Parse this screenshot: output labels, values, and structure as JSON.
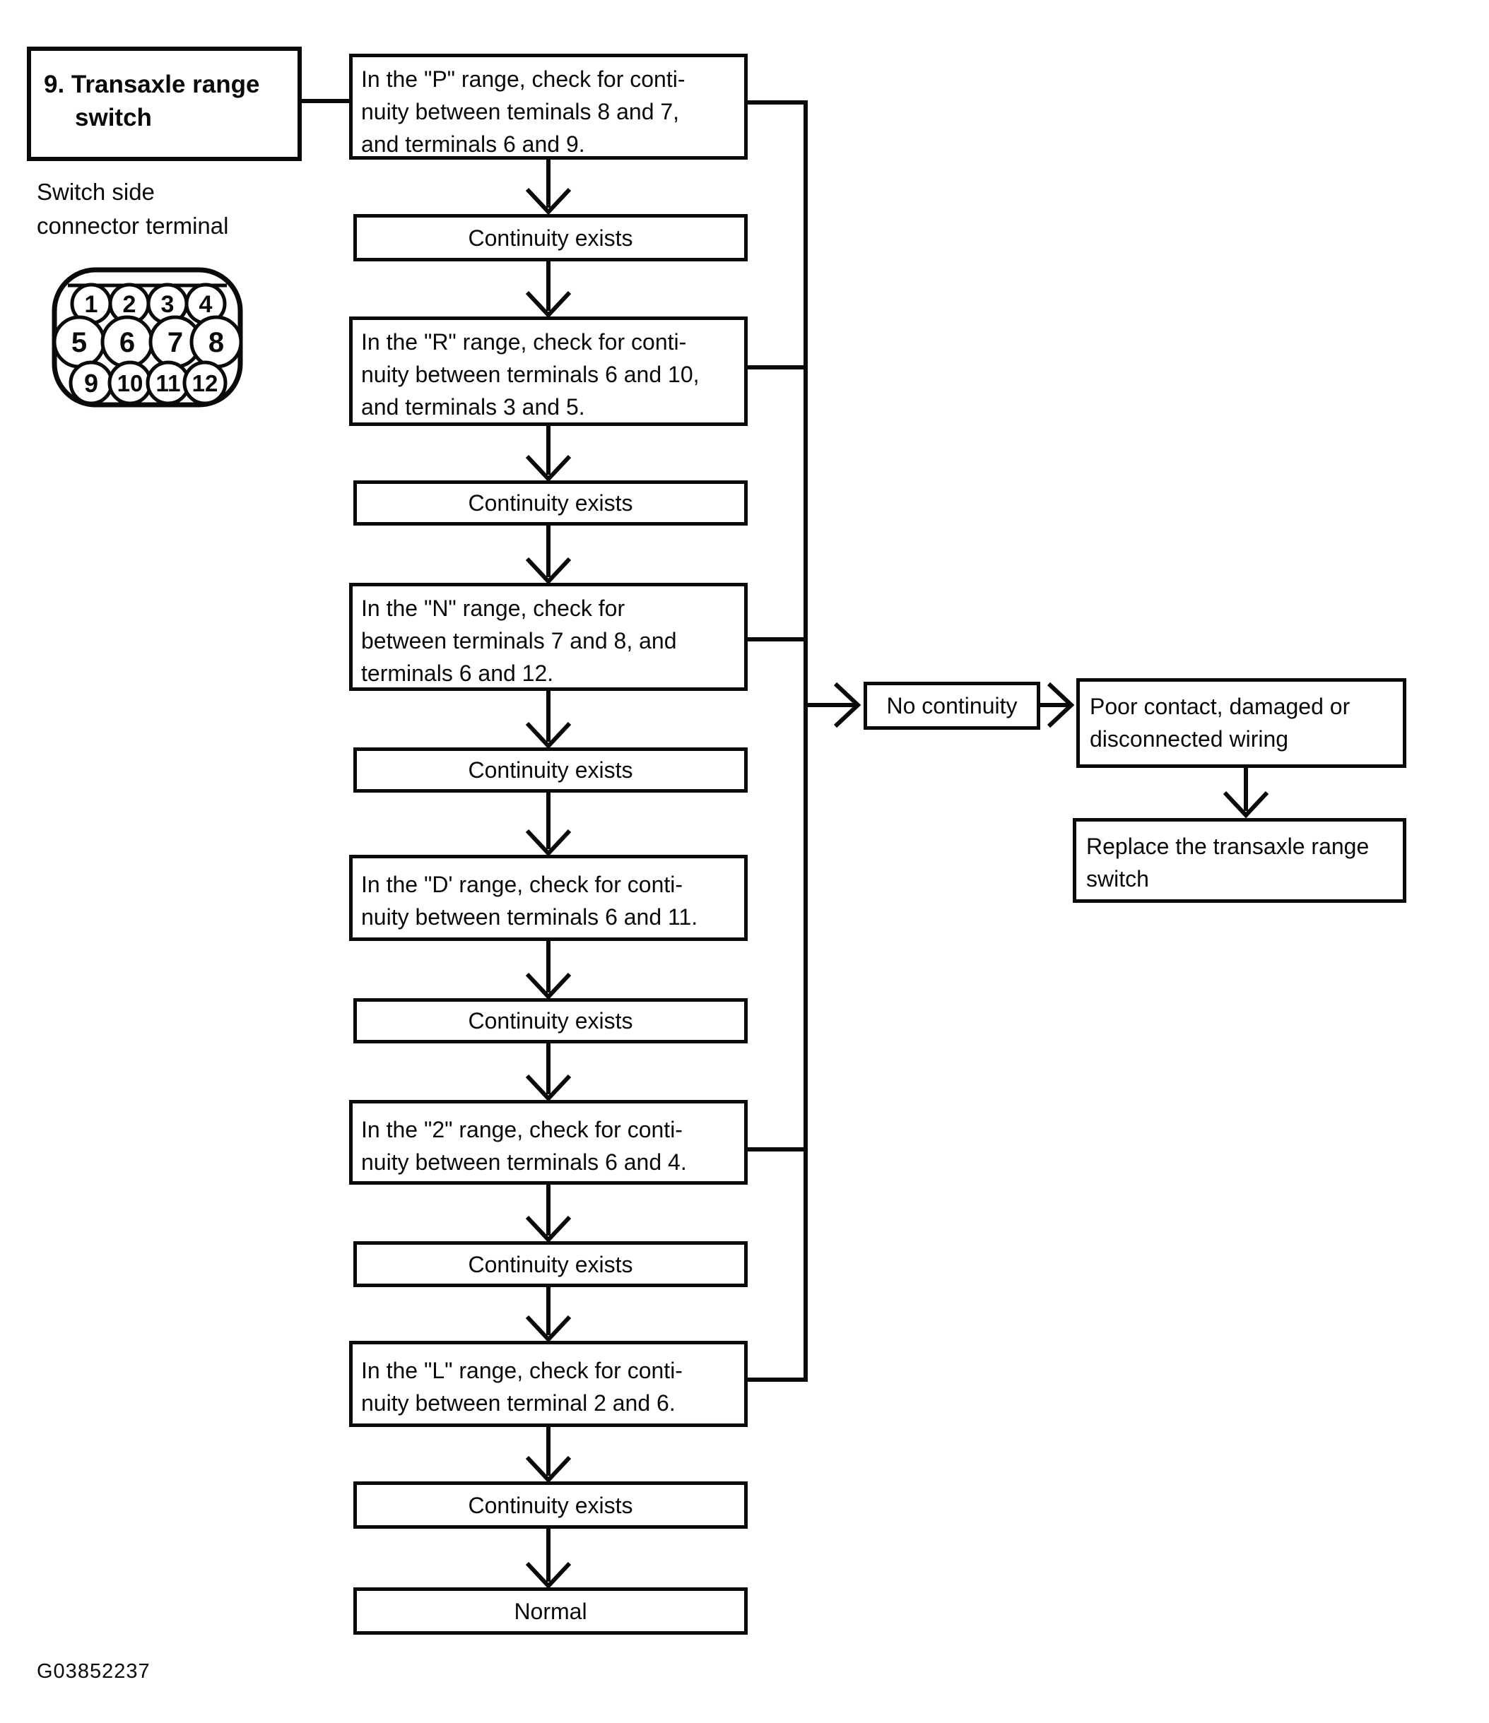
{
  "figure_id": "G03852237",
  "title": "9. Transaxle range switch",
  "connector_caption": "Switch side connector terminal",
  "connector_terminals": [
    "1",
    "2",
    "3",
    "4",
    "5",
    "6",
    "7",
    "8",
    "9",
    "10",
    "11",
    "12"
  ],
  "results": {
    "continuity": "Continuity exists",
    "no_continuity": "No continuity",
    "normal": "Normal"
  },
  "steps": {
    "p": {
      "lines": [
        "In the \"P\" range, check for conti-",
        "nuity between teminals 8 and 7,",
        "and terminals 6 and 9."
      ]
    },
    "r": {
      "lines": [
        "In the \"R\" range, check for conti-",
        "nuity between terminals 6 and 10,",
        "and terminals 3 and 5."
      ]
    },
    "n": {
      "lines": [
        "In the \"N\" range, check for",
        "between terminals 7 and 8, and",
        "terminals 6 and 12."
      ]
    },
    "d": {
      "lines": [
        "In the \"D' range, check for conti-",
        "nuity between terminals 6 and 11."
      ]
    },
    "two": {
      "lines": [
        "In the \"2\" range, check for conti-",
        "nuity between terminals 6 and 4."
      ]
    },
    "l": {
      "lines": [
        "In the \"L\" range, check for conti-",
        "nuity between terminal 2 and 6."
      ]
    }
  },
  "outcomes": {
    "poor_contact": {
      "lines": [
        "Poor contact, damaged or",
        "disconnected wiring"
      ]
    },
    "replace": {
      "lines": [
        "Replace the transaxle range",
        "switch"
      ]
    }
  }
}
